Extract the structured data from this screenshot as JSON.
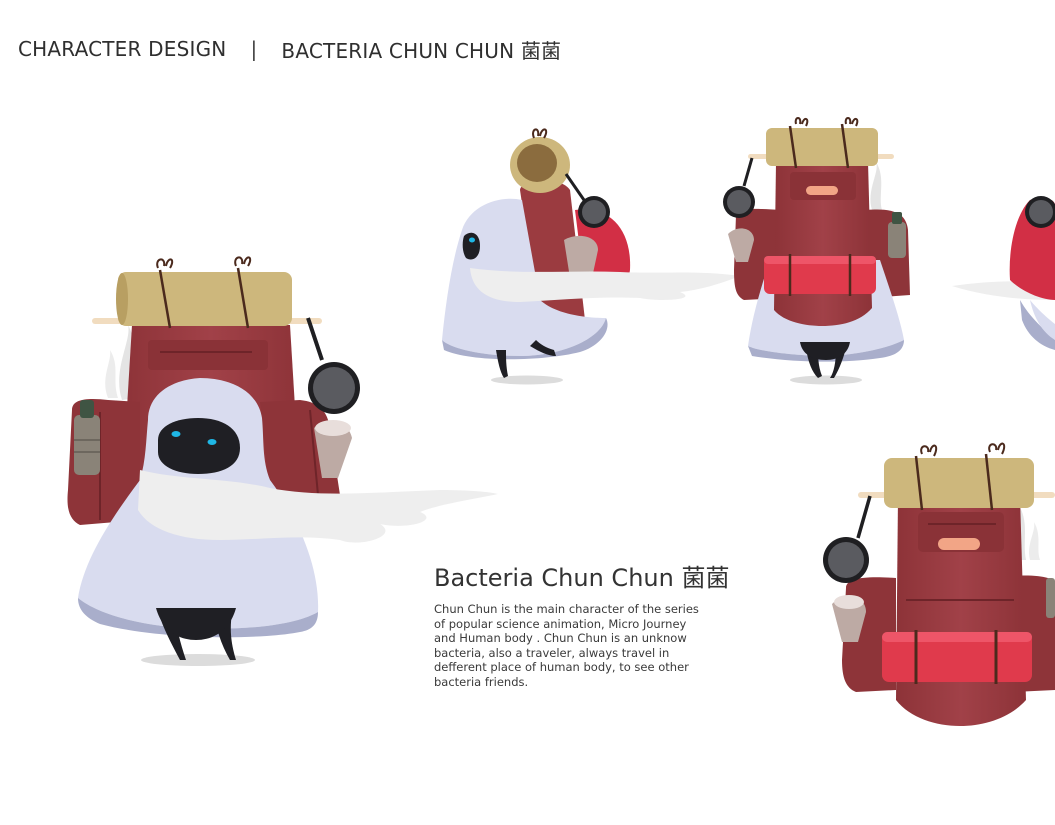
{
  "header": {
    "left_title": "CHARACTER DESIGN",
    "separator": "|",
    "right_title": "BACTERIA CHUN CHUN 菌菌"
  },
  "description": {
    "title": "Bacteria Chun Chun 菌菌",
    "lines": [
      "Chun Chun is the main character of the series",
      "of popular science animation, Micro Journey",
      "and Human body . Chun Chun is an unknow",
      "bacteria, also a traveler, always travel in",
      "defferent place of human body, to see other",
      "bacteria friends."
    ]
  },
  "colors": {
    "backpack": "#9b3b40",
    "backpack_dark": "#7f2d33",
    "bedroll": "#cdb77c",
    "sleeping_pad": "#e03a4c",
    "cloak": "#d9dcef",
    "cloak_shadow": "#a9aecb",
    "face": "#1f1f24",
    "eyes": "#1fb7e6",
    "pan": "#5a5b60"
  },
  "icons": {
    "front_character": "character-front-icon",
    "side_character": "character-side-icon",
    "back_character": "character-back-icon"
  }
}
